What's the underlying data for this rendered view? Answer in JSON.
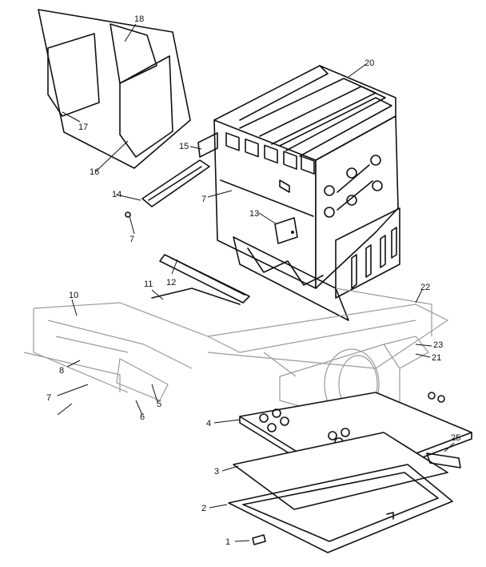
{
  "callouts": {
    "c1": "1",
    "c2": "2",
    "c3": "3",
    "c4": "4",
    "c5": "5",
    "c6": "6",
    "c7a": "7",
    "c7b": "7",
    "c7c": "7",
    "c8": "8",
    "c10": "10",
    "c11": "11",
    "c12": "12",
    "c13": "13",
    "c14": "14",
    "c15": "15",
    "c16": "16",
    "c17": "17",
    "c18": "18",
    "c20": "20",
    "c21": "21",
    "c22": "22",
    "c23": "23",
    "c25": "25"
  }
}
